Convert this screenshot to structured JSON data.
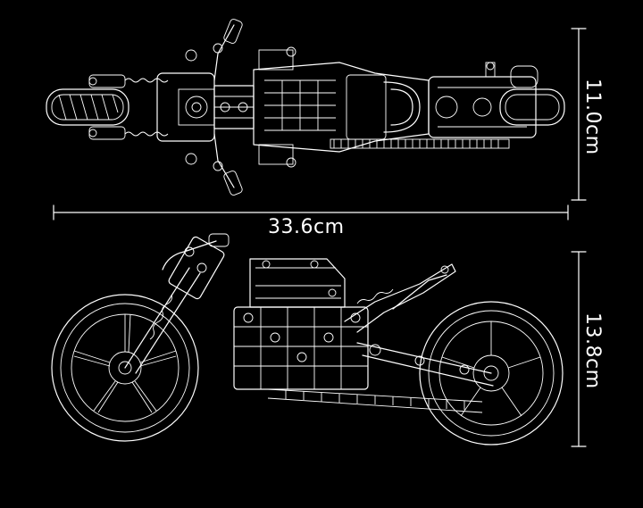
{
  "dimensions": {
    "width": "33.6cm",
    "top_height": "11.0cm",
    "side_height": "13.8cm"
  },
  "colors": {
    "background": "#000000",
    "line": "#ffffff"
  },
  "views": [
    "top-view-motorcycle",
    "side-view-motorcycle"
  ]
}
